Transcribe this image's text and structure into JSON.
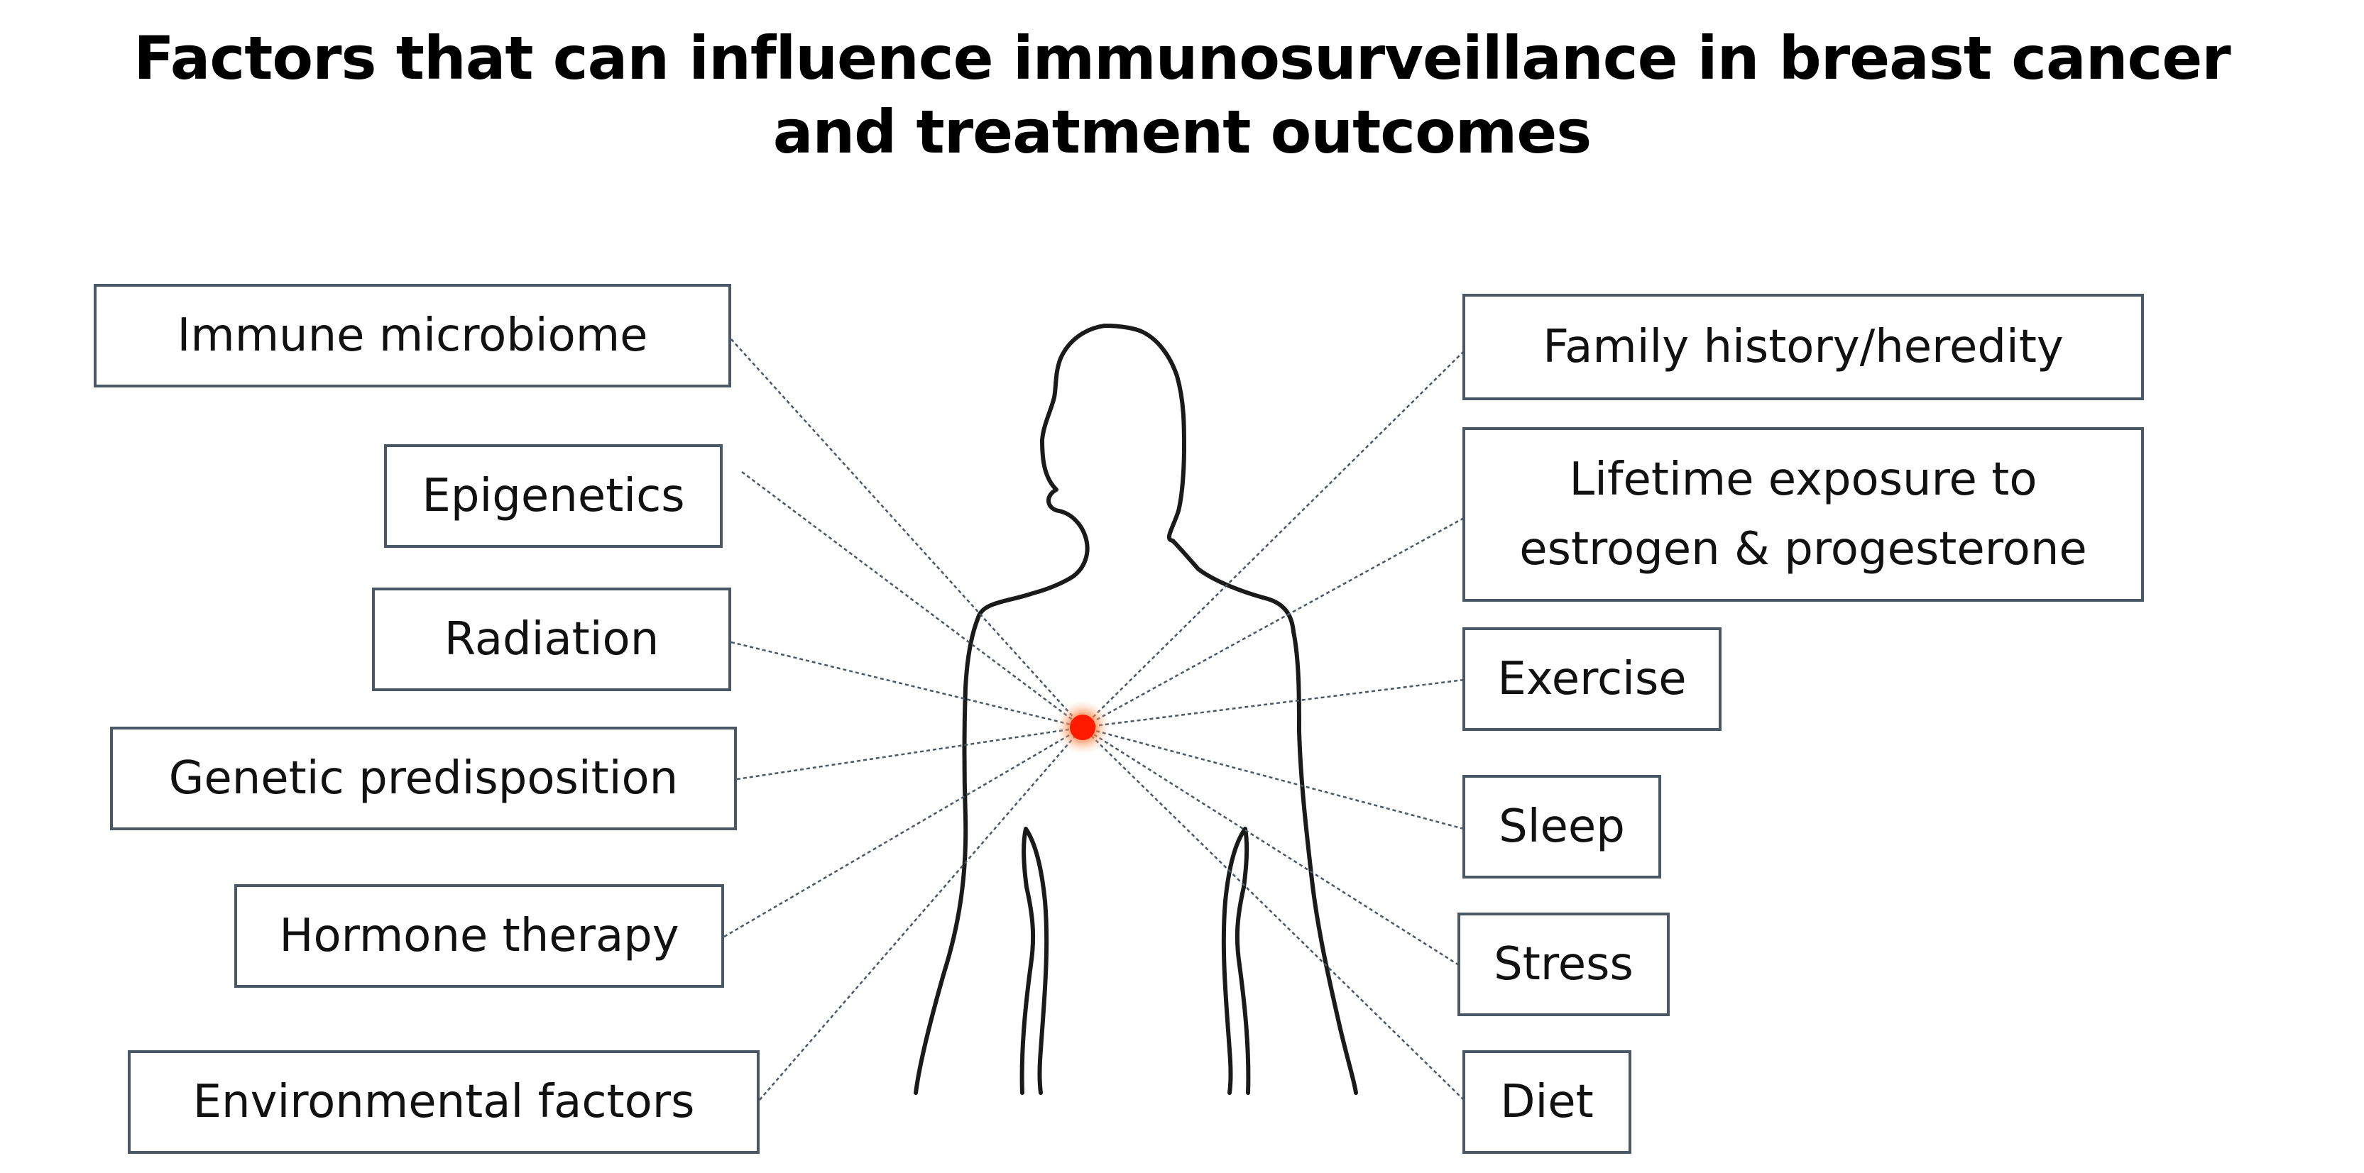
{
  "title": "Factors that can influence immunosurveillance in breast cancer\nand treatment outcomes",
  "factors": {
    "immune_microbiome": "Immune microbiome",
    "epigenetics": "Epigenetics",
    "radiation": "Radiation",
    "genetic_predisposition": "Genetic predisposition",
    "hormone_therapy": "Hormone therapy",
    "environmental_factors": "Environmental factors",
    "family_history": "Family history/heredity",
    "lifetime_exposure": "Lifetime exposure to\nestrogen & progesterone",
    "exercise": "Exercise",
    "sleep": "Sleep",
    "stress": "Stress",
    "diet": "Diet"
  },
  "colors": {
    "box_border": "#4a5866",
    "connector": "#4a5866",
    "silhouette": "#1a1a1a",
    "focus_point": "#ff1a00",
    "focus_glow": "#ffb07a"
  }
}
